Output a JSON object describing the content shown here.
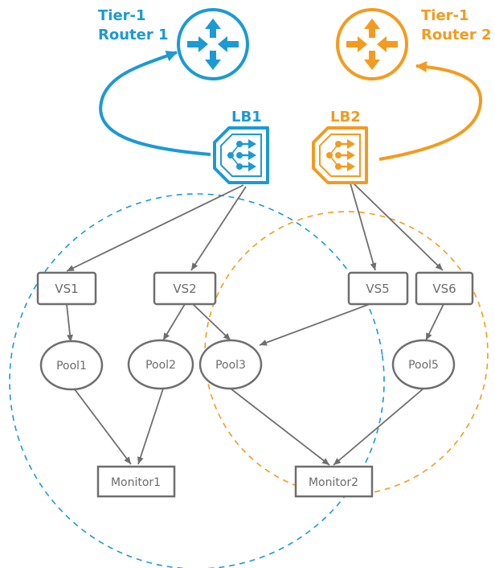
{
  "colors": {
    "blue": "#1b9ad4",
    "orange": "#f39b1f",
    "gray": "#6e6e6e"
  },
  "routers": {
    "r1": {
      "line1": "Tier-1",
      "line2": "Router 1"
    },
    "r2": {
      "line1": "Tier-1",
      "line2": "Router 2"
    }
  },
  "load_balancers": {
    "lb1": "LB1",
    "lb2": "LB2"
  },
  "virtual_servers": {
    "vs1": "VS1",
    "vs2": "VS2",
    "vs5": "VS5",
    "vs6": "VS6"
  },
  "pools": {
    "pool1": "Pool1",
    "pool2": "Pool2",
    "pool3": "Pool3",
    "pool5": "Pool5"
  },
  "monitors": {
    "monitor1": "Monitor1",
    "monitor2": "Monitor2"
  }
}
